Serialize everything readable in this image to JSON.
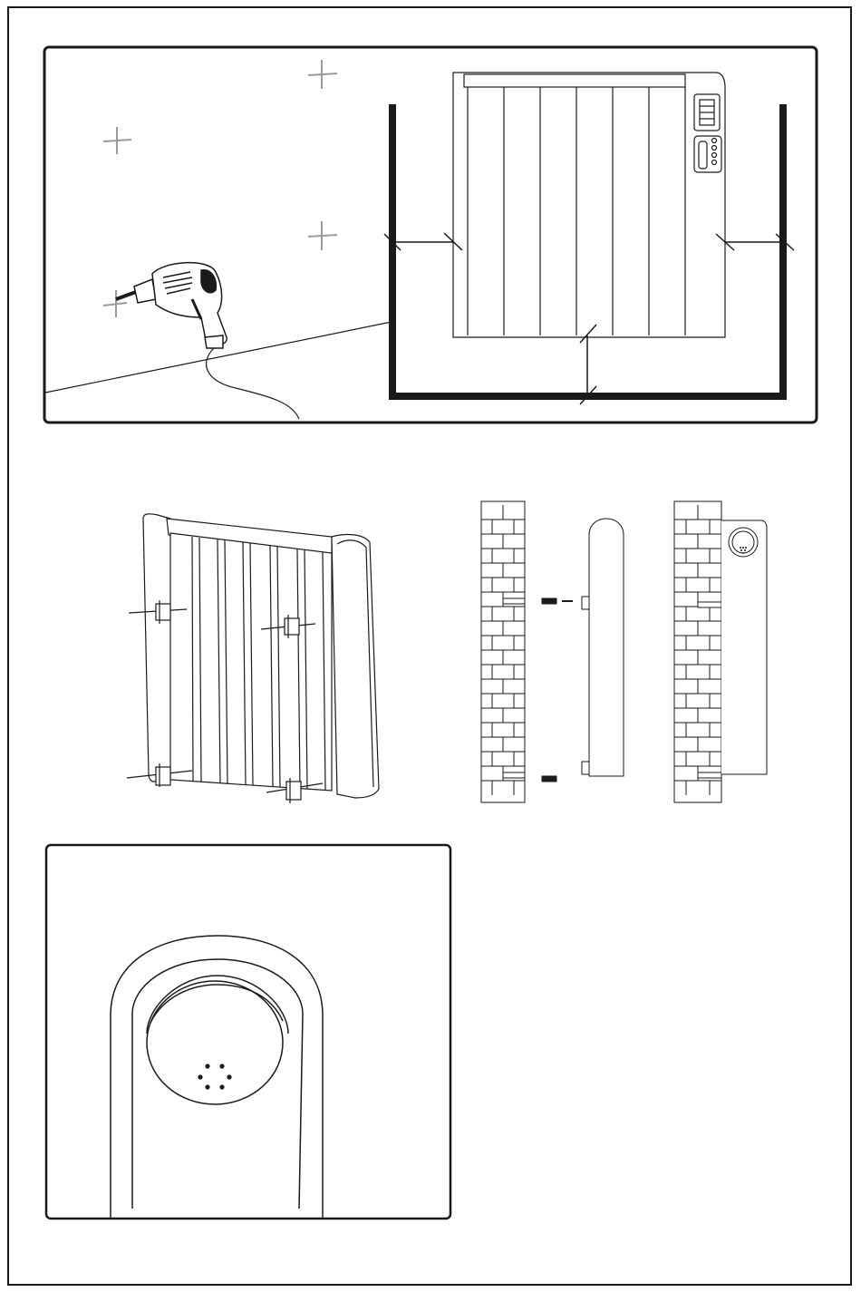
{
  "figures": [
    {
      "id": "wall-clearance",
      "description_icons": [
        "drill-icon",
        "wall-mark-icon",
        "radiator-icon",
        "clearance-arrow-icon"
      ]
    },
    {
      "id": "bracket-mounting",
      "description_icons": [
        "radiator-perspective-icon",
        "wall-bracket-icon",
        "plug-screw-icon"
      ]
    },
    {
      "id": "side-mounting",
      "description_icons": [
        "brick-wall-icon",
        "radiator-side-icon",
        "screw-icon"
      ]
    },
    {
      "id": "side-detail",
      "description_icons": [
        "radiator-end-cap-icon",
        "ventilation-holes-icon"
      ]
    }
  ],
  "colors": {
    "line": "#1a1a1a",
    "mark": "#9a9a9a",
    "background": "#ffffff"
  }
}
